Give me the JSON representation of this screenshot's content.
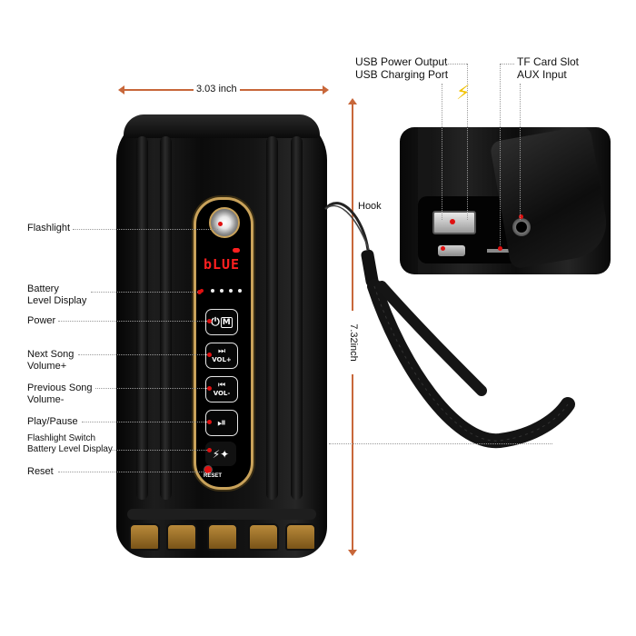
{
  "dimensions": {
    "width_label": "3.03 inch",
    "height_label": "7.32inch"
  },
  "callouts": {
    "flashlight": "Flashlight",
    "battery_line1": "Battery",
    "battery_line2": "Level Display",
    "power": "Power",
    "next_line1": "Next Song",
    "next_line2": "Volume+",
    "prev_line1": "Previous Song",
    "prev_line2": "Volume-",
    "play": "Play/Pause",
    "flash_switch_line1": "Flashlight Switch",
    "flash_switch_line2": "Battery Level Display",
    "reset": "Reset",
    "hook": "Hook",
    "usb_line1": "USB Power Output",
    "usb_line2": "USB Charging Port",
    "tf_line1": "TF Card Slot",
    "tf_line2": "AUX Input"
  },
  "panel": {
    "display_text": "bLUE",
    "power_sym": "M",
    "vol_plus": "VOL+",
    "vol_minus": "VOL-",
    "reset_text": "RESET"
  },
  "colors": {
    "accent_red": "#e01010",
    "gold": "#c9a25a",
    "body": "#0c0c0c",
    "bolt": "#f2c200"
  },
  "icons": [
    "flashlight-lens-icon",
    "power-icon",
    "next-track-icon",
    "previous-track-icon",
    "play-pause-icon",
    "flashlight-switch-icon",
    "lightning-bolt-icon"
  ]
}
